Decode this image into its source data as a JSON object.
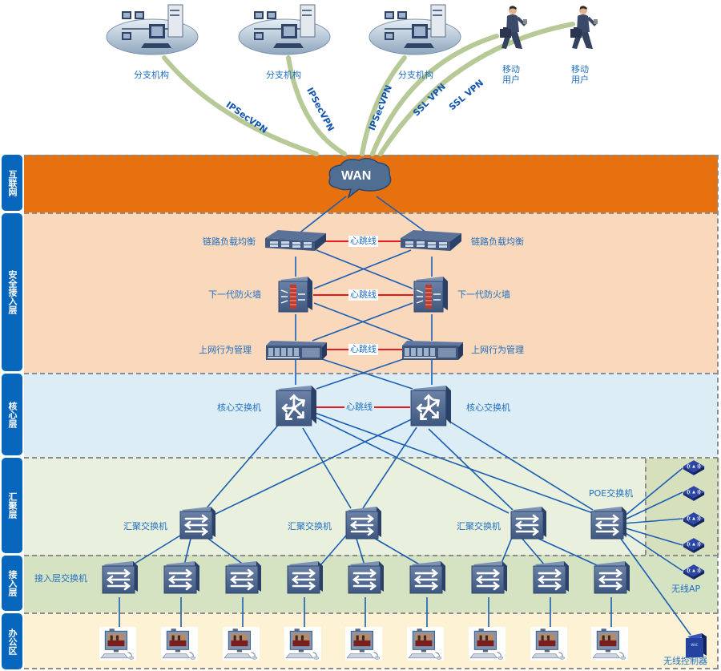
{
  "colors": {
    "internet_band": "#e8710f",
    "security_band": "#fad8bb",
    "core_band": "#dcedf5",
    "aggregation_band": "#e9f0de",
    "access_band": "#d6e3c2",
    "office_band": "#fdf2d3",
    "wireless_zone": "#d6e0bd",
    "sidebar": "#0866bd",
    "link_blue": "#1a5fb4",
    "heartbeat_red": "#e8191c",
    "vpn_tunnel": "#b7c996",
    "label_text": "#1f6fc0"
  },
  "layers": [
    {
      "id": "internet",
      "label": "互联网"
    },
    {
      "id": "security",
      "label": "安全接入层"
    },
    {
      "id": "core",
      "label": "核心层"
    },
    {
      "id": "aggregation",
      "label": "汇聚层"
    },
    {
      "id": "access",
      "label": "接入层"
    },
    {
      "id": "office",
      "label": "办公区"
    }
  ],
  "remote": {
    "branches": [
      {
        "label": "分支机构",
        "vpn": "IPSecVPN"
      },
      {
        "label": "分支机构",
        "vpn": "IPSecVPN"
      },
      {
        "label": "分支机构",
        "vpn": "IPSecVPN"
      }
    ],
    "mobile_users": [
      {
        "label": "移动用户",
        "vpn": "SSL VPN"
      },
      {
        "label": "移动用户",
        "vpn": "SSL VPN"
      }
    ]
  },
  "wan": {
    "label": "WAN"
  },
  "security": {
    "load_balancer": {
      "left_label": "链路负载均衡",
      "right_label": "链路负载均衡"
    },
    "firewall": {
      "left_label": "下一代防火墙",
      "right_label": "下一代防火墙"
    },
    "behavior_mgmt": {
      "left_label": "上网行为管理",
      "right_label": "上网行为管理"
    }
  },
  "heartbeat_label": "心跳线",
  "core": {
    "left_label": "核心交换机",
    "right_label": "核心交换机"
  },
  "aggregation": {
    "switches": [
      {
        "label": "汇聚交换机"
      },
      {
        "label": "汇聚交换机"
      },
      {
        "label": "汇聚交换机"
      }
    ],
    "poe": {
      "label": "POE交换机"
    }
  },
  "access": {
    "label": "接入层交换机",
    "switch_count": 9
  },
  "wireless": {
    "ap_label": "无线AP",
    "ap_count": 5,
    "controller_label": "无线控制器"
  },
  "office": {
    "pc_count": 9
  }
}
